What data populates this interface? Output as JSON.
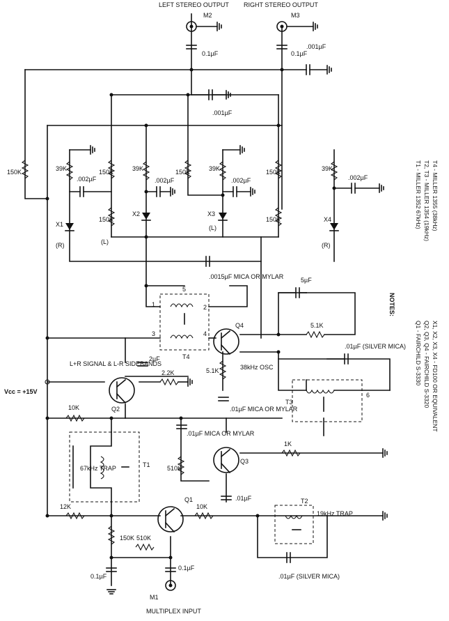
{
  "connectors": {
    "m1": {
      "ref": "M1",
      "label": "MULTIPLEX INPUT"
    },
    "m2": {
      "ref": "M2",
      "label": "LEFT STEREO OUTPUT"
    },
    "m3": {
      "ref": "M3",
      "label": "RIGHT STEREO OUTPUT"
    }
  },
  "supply": {
    "label": "Vcc = +15V"
  },
  "resistors": {
    "r150k_left_top": "150K",
    "r39k_1": "39K",
    "r150k_2": "150K",
    "r39k_2": "39K",
    "r150k_3": "150K",
    "r39k_3": "39K",
    "r150k_4": "150K",
    "r39k_4": "39K",
    "r150k_x2": "150K",
    "r150k_x3": "150K",
    "r5k1_osc": "5.1K",
    "r5k1_q4": "5.1K",
    "r2k2": "2.2K",
    "r10k_q2": "10K",
    "r1k": "1K",
    "r510k_q3": "510K",
    "r12k": "12K",
    "r10k_q1": "10K",
    "r150k_q1": "150K",
    "r510k_q1": "510K"
  },
  "capacitors": {
    "c_out_l": "0.1µF",
    "c_out_r": "0.1µF",
    "c_001_r": ".001µF",
    "c_001_l": ".001µF",
    "c_002_1": ".002µF",
    "c_002_2": ".002µF",
    "c_002_3": ".002µF",
    "c_002_4": ".002µF",
    "c_0015": ".0015µF MICA OR MYLAR",
    "c_2uf": "2µF",
    "c_5uf": "5µF",
    "c_01_silver_osc": ".01µF (SILVER MICA)",
    "c_01_mylar_q4": ".01µF MICA OR MYLAR",
    "c_01_mylar_q3": ".01µF MICA OR MYLAR",
    "c_01_q3": ".01µF",
    "c_01_silver_in": ".01µF (SILVER MICA)",
    "c_01_in": "0.1µF",
    "c_01_q1": "0.1µF"
  },
  "transformers": {
    "t1": {
      "ref": "T1",
      "label": "67kHz TRAP"
    },
    "t2": {
      "ref": "T2",
      "label": "19kHz TRAP"
    },
    "t3": {
      "ref": "T3"
    },
    "t4": {
      "ref": "T4"
    }
  },
  "transistors": {
    "q1": "Q1",
    "q2": "Q2",
    "q3": "Q3",
    "q4": "Q4"
  },
  "diodes": {
    "x1": "X1",
    "x2": "X2",
    "x3": "X3",
    "x4": "X4"
  },
  "channel_marks": {
    "x1": "(R)",
    "x2": "(L)",
    "x3": "(L)",
    "x4": "(R)"
  },
  "annotations": {
    "q2_signal": "L+R SIGNAL & L-R SIDEBANDS",
    "q4_osc": "38kHz OSC"
  },
  "pins": {
    "p1": "1",
    "p2": "2",
    "p3": "3",
    "p4": "4",
    "p5": "5",
    "p6": "6"
  },
  "notes": {
    "title": "NOTES:",
    "lines": [
      "T1   - MILLER 1352 67kHz)",
      "T2, T3  - MILLER 1354 (19kHz)",
      "T4   - MILLER 1355 (38kHz)",
      "Q1   - FAIRCHILD S-3330",
      "Q2, Q3, Q4  - FAIRCHILD S-3320",
      "X1, X2, X3, X4 - FD100 OR EQUIVALENT"
    ]
  }
}
